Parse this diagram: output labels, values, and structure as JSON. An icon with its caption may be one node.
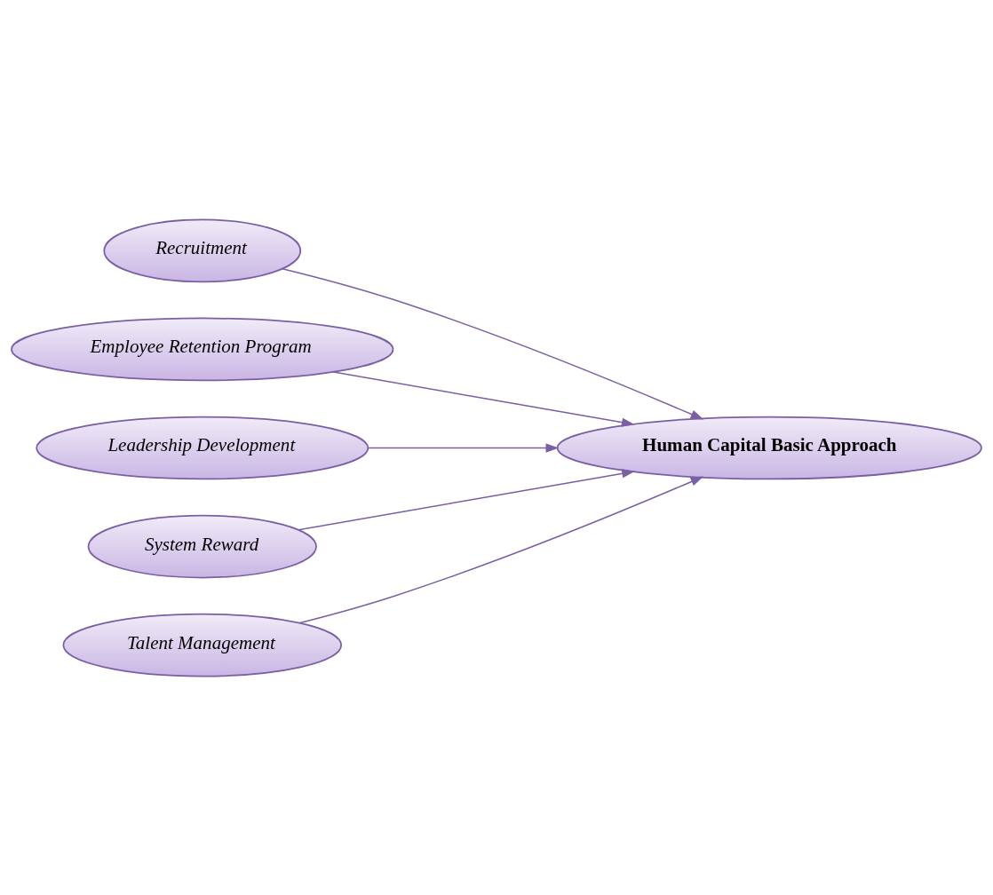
{
  "diagram": {
    "nodes": [
      {
        "text": [
          "Recruitment"
        ]
      },
      {
        "text": [
          "Employee Retention Program"
        ]
      },
      {
        "text": [
          "Leadership Development"
        ]
      },
      {
        "text": [
          "System Reward"
        ]
      },
      {
        "text": [
          "Talent Management"
        ]
      },
      {
        "text": [
          "Human Capital Basic Approach"
        ]
      }
    ],
    "edges": [
      {
        "from": 0,
        "to": 5,
        "arrow": "to"
      },
      {
        "from": 1,
        "to": 5,
        "arrow": "to"
      },
      {
        "from": 2,
        "to": 5,
        "arrow": "to"
      },
      {
        "from": 3,
        "to": 5,
        "arrow": "to"
      },
      {
        "from": 4,
        "to": 5,
        "arrow": "to"
      }
    ]
  }
}
